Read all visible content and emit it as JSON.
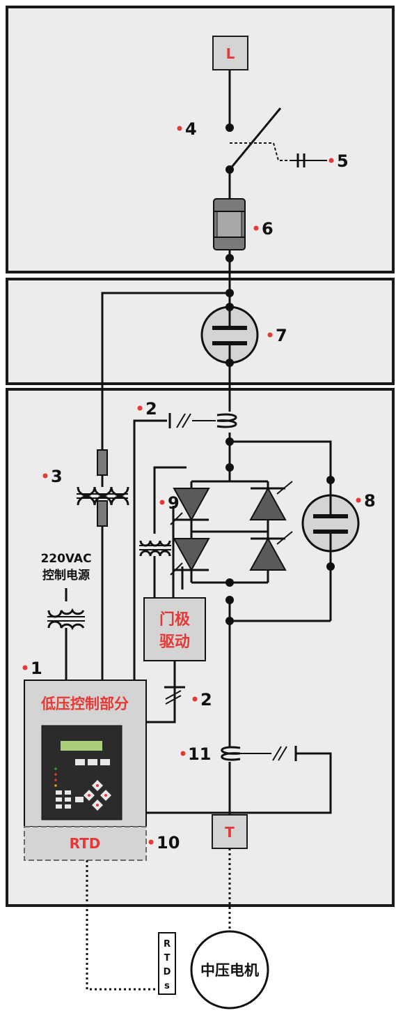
{
  "colors": {
    "panel_fill": "#ececec",
    "panel_border": "#1a1a1a",
    "wire": "#111111",
    "accent_red": "#e53935",
    "box_fill": "#d4d4d4",
    "thyristor": "#5a5a5a",
    "keypad": "#2b2b2b",
    "lcd": "#a9cf7a"
  },
  "terminals": {
    "line": "L",
    "motor_terminal": "T"
  },
  "labels": {
    "power_supply_voltage": "220VAC",
    "power_supply_name": "控制电源",
    "gate_drive_line1": "门极",
    "gate_drive_line2": "驱动",
    "low_voltage_control": "低压控制部分",
    "rtd_module": "RTD",
    "motor": "中压电机",
    "rtds_tag": [
      "R",
      "T",
      "D",
      "s"
    ]
  },
  "callouts": {
    "n1": "1",
    "n2a": "2",
    "n2b": "2",
    "n3": "3",
    "n4": "4",
    "n5": "5",
    "n6": "6",
    "n7": "7",
    "n8": "8",
    "n9": "9",
    "n10": "10",
    "n11": "11"
  }
}
